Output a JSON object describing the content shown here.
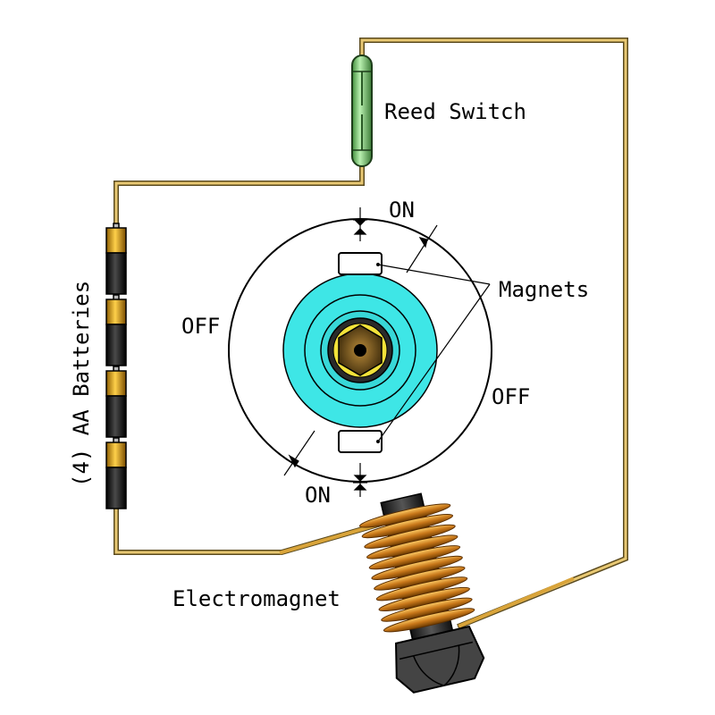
{
  "labels": {
    "reed_switch": "Reed Switch",
    "batteries": "(4) AA Batteries",
    "magnets": "Magnets",
    "electromagnet": "Electromagnet",
    "on_top": "ON",
    "on_bottom": "ON",
    "off_left": "OFF",
    "off_right": "OFF"
  },
  "colors": {
    "wire_fill": "#e8c873",
    "wire_stroke": "#5a4a1e",
    "reed_glass": "#8fd08a",
    "rotor": "#3ee6e6",
    "battery_gold": "#e8a81a",
    "battery_black": "#1a1a1a",
    "coil": "#d4891e"
  },
  "icons": {
    "reed_switch": "reed-switch-icon",
    "battery": "aa-battery-icon",
    "electromagnet": "coil-bolt-icon",
    "rotor": "rotor-disk-icon",
    "magnet": "magnet-block-icon"
  }
}
